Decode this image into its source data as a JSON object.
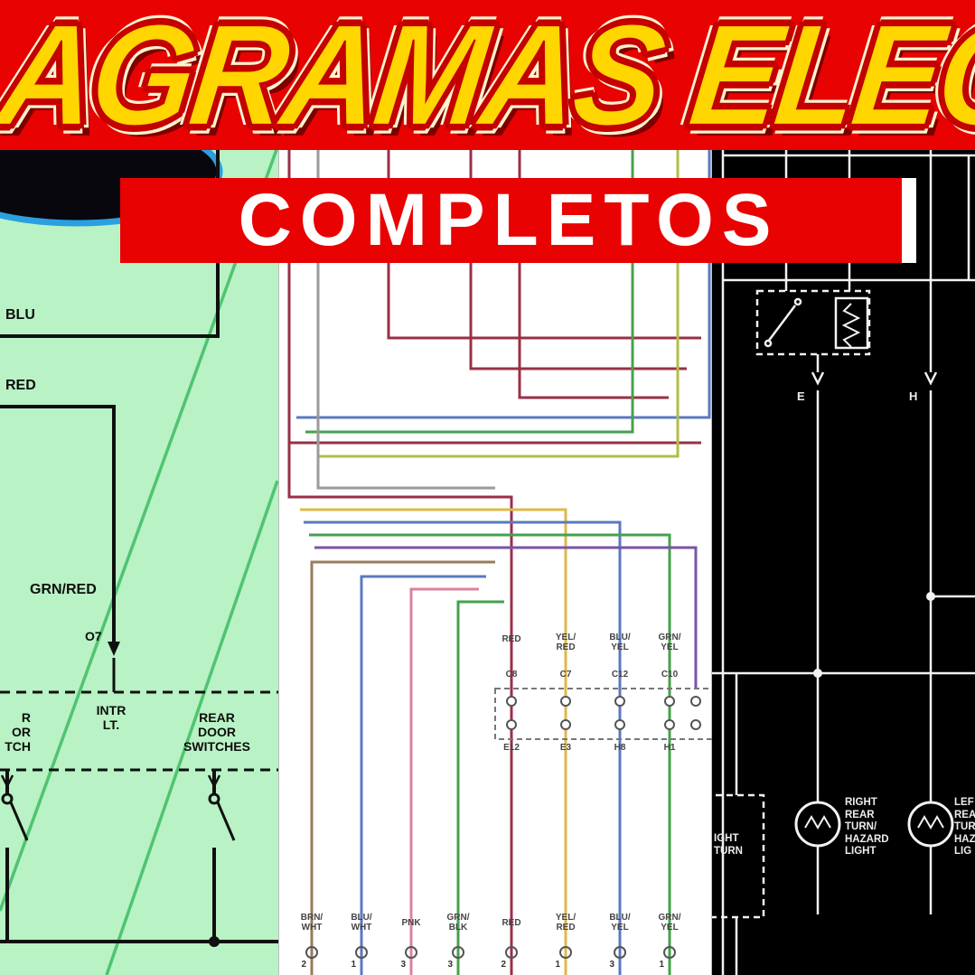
{
  "banner": {
    "title": "AGRAMAS ELECTRICO",
    "subtitle": "COMPLETOS",
    "colors": {
      "banner_bg": "#e80202",
      "title_fill": "#ffd600",
      "title_outline": "#c40000",
      "subtitle_text": "#ffffff"
    }
  },
  "left_panel": {
    "bg": "#b9f2c4",
    "labels": {
      "wire_blu": "BLU",
      "wire_red": "RED",
      "wire_grn_red": "GRN/RED",
      "connector_o7": "O7",
      "intr_lt": "INTR\nLT.",
      "rear_door_switches": "REAR\nDOOR\nSWITCHES",
      "cut_door_switch": "R\nOR\nTCH"
    }
  },
  "middle_panel": {
    "bg": "#ffffff",
    "wire_labels_top": [
      "RED",
      "YEL/\nRED",
      "BLU/\nYEL",
      "GRN/\nYEL"
    ],
    "connector_top": [
      "C8",
      "C7",
      "C12",
      "C10"
    ],
    "connector_bottom": [
      "E12",
      "E3",
      "H8",
      "H1"
    ],
    "wire_labels_bottom": [
      "BRN/\nWHT",
      "BLU/\nWHT",
      "PNK",
      "GRN/\nBLK",
      "RED",
      "YEL/\nRED",
      "BLU/\nYEL",
      "GRN/\nYEL"
    ],
    "pin_numbers": [
      "2",
      "1",
      "3",
      "3",
      "2",
      "1",
      "3",
      "1"
    ]
  },
  "right_panel": {
    "bg": "#000000",
    "labels": {
      "pin_e": "E",
      "pin_h": "H",
      "right_rear_light": "RIGHT\nREAR\nTURN/\nHAZARD\nLIGHT",
      "left_rear_light_cut": "LEF\nREA\nTUR\nHAZ\nLIG",
      "cut_left_box": "IGHT\nTURN"
    }
  },
  "palette": {
    "maroon": "#993047",
    "green": "#46a14d",
    "yellow": "#e0b84a",
    "olive": "#b2bd4a",
    "purple": "#7a55a5",
    "blue": "#5b79c0",
    "pink": "#d983a0",
    "brown": "#9a7b5a",
    "gray": "#9a9a9a",
    "left_diagonal_green": "#4fc472",
    "left_panel_bg": "#b9f2c4",
    "relay_line_white": "#f2f2f2"
  }
}
